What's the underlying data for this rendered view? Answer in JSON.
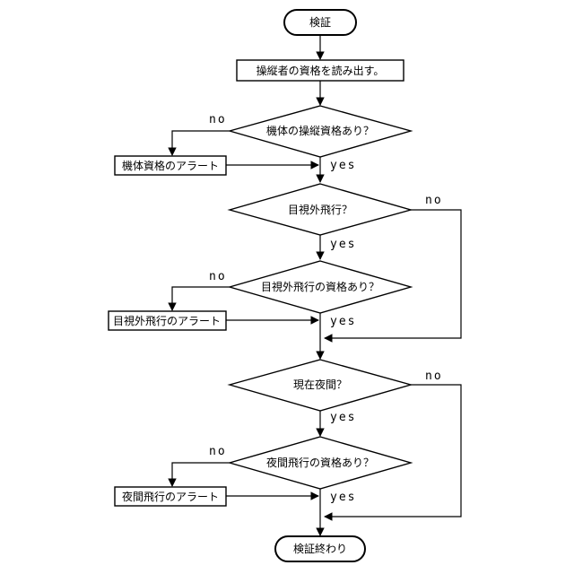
{
  "nodes": {
    "start": "検証",
    "read_qual": "操縦者の資格を読み出す。",
    "q_pilot_qual": "機体の操縦資格あり？",
    "alert_aircraft": "機体資格のアラート",
    "q_bvlos": "目視外飛行？",
    "q_bvlos_qual": "目視外飛行の資格あり？",
    "alert_bvlos": "目視外飛行のアラート",
    "q_night": "現在夜間？",
    "q_night_qual": "夜間飛行の資格あり？",
    "alert_night": "夜間飛行のアラート",
    "end": "検証終わり"
  },
  "edge_labels": {
    "no_1": "no",
    "yes_1": "yes",
    "no_2": "no",
    "yes_2": "yes",
    "no_3": "no",
    "yes_3": "yes",
    "no_4": "no",
    "yes_4": "yes",
    "no_5": "no",
    "yes_5": "yes"
  }
}
